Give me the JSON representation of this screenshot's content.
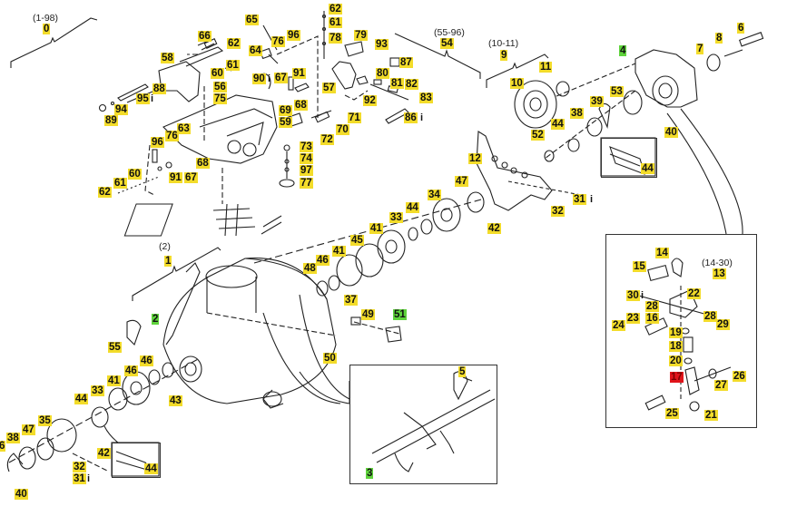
{
  "diagram": {
    "type": "exploded-parts-diagram",
    "label_colors": {
      "default": "#f3dc2a",
      "assembly": "#5fd33c",
      "highlighted": "#e0141b"
    },
    "ranges": [
      {
        "id": "r0",
        "text": "(1-98)"
      },
      {
        "id": "r1",
        "text": "(2)"
      },
      {
        "id": "r54",
        "text": "(55-96)"
      },
      {
        "id": "r9",
        "text": "(10-11)"
      },
      {
        "id": "r13",
        "text": "(14-30)"
      }
    ],
    "info_icon": "i",
    "callouts": [
      {
        "id": "c0",
        "label": "0",
        "style": "yellow"
      },
      {
        "id": "c58",
        "label": "58",
        "style": "yellow"
      },
      {
        "id": "c88",
        "label": "88",
        "style": "yellow"
      },
      {
        "id": "c95",
        "label": "95",
        "style": "yellow",
        "info": true
      },
      {
        "id": "c94",
        "label": "94",
        "style": "yellow"
      },
      {
        "id": "c89",
        "label": "89",
        "style": "yellow"
      },
      {
        "id": "c66",
        "label": "66",
        "style": "yellow"
      },
      {
        "id": "c65",
        "label": "65",
        "style": "yellow"
      },
      {
        "id": "c62a",
        "label": "62",
        "style": "yellow"
      },
      {
        "id": "c64",
        "label": "64",
        "style": "yellow"
      },
      {
        "id": "c76a",
        "label": "76",
        "style": "yellow"
      },
      {
        "id": "c96a",
        "label": "96",
        "style": "yellow"
      },
      {
        "id": "c61a",
        "label": "61",
        "style": "yellow"
      },
      {
        "id": "c60a",
        "label": "60",
        "style": "yellow"
      },
      {
        "id": "c56",
        "label": "56",
        "style": "yellow"
      },
      {
        "id": "c75",
        "label": "75",
        "style": "yellow"
      },
      {
        "id": "c90",
        "label": "90",
        "style": "yellow",
        "info": true
      },
      {
        "id": "c67a",
        "label": "67",
        "style": "yellow"
      },
      {
        "id": "c91a",
        "label": "91",
        "style": "yellow"
      },
      {
        "id": "c68a",
        "label": "68",
        "style": "yellow"
      },
      {
        "id": "c69",
        "label": "69",
        "style": "yellow"
      },
      {
        "id": "c59",
        "label": "59",
        "style": "yellow"
      },
      {
        "id": "c63",
        "label": "63",
        "style": "yellow"
      },
      {
        "id": "c76b",
        "label": "76",
        "style": "yellow"
      },
      {
        "id": "c96b",
        "label": "96",
        "style": "yellow"
      },
      {
        "id": "c68b",
        "label": "68",
        "style": "yellow"
      },
      {
        "id": "c91b",
        "label": "91",
        "style": "yellow"
      },
      {
        "id": "c67b",
        "label": "67",
        "style": "yellow"
      },
      {
        "id": "c60b",
        "label": "60",
        "style": "yellow"
      },
      {
        "id": "c61b",
        "label": "61",
        "style": "yellow"
      },
      {
        "id": "c62b",
        "label": "62",
        "style": "yellow"
      },
      {
        "id": "c73",
        "label": "73",
        "style": "yellow"
      },
      {
        "id": "c74",
        "label": "74",
        "style": "yellow"
      },
      {
        "id": "c97",
        "label": "97",
        "style": "yellow"
      },
      {
        "id": "c77",
        "label": "77",
        "style": "yellow"
      },
      {
        "id": "c72",
        "label": "72",
        "style": "yellow"
      },
      {
        "id": "c70",
        "label": "70",
        "style": "yellow"
      },
      {
        "id": "c71",
        "label": "71",
        "style": "yellow"
      },
      {
        "id": "c62c",
        "label": "62",
        "style": "yellow"
      },
      {
        "id": "c61c",
        "label": "61",
        "style": "yellow"
      },
      {
        "id": "c78",
        "label": "78",
        "style": "yellow"
      },
      {
        "id": "c79",
        "label": "79",
        "style": "yellow"
      },
      {
        "id": "c93",
        "label": "93",
        "style": "yellow"
      },
      {
        "id": "c87",
        "label": "87",
        "style": "yellow"
      },
      {
        "id": "c80",
        "label": "80",
        "style": "yellow"
      },
      {
        "id": "c81",
        "label": "81",
        "style": "yellow"
      },
      {
        "id": "c82",
        "label": "82",
        "style": "yellow"
      },
      {
        "id": "c57",
        "label": "57",
        "style": "yellow"
      },
      {
        "id": "c92",
        "label": "92",
        "style": "yellow"
      },
      {
        "id": "c83",
        "label": "83",
        "style": "yellow"
      },
      {
        "id": "c86",
        "label": "86",
        "style": "yellow",
        "info": true
      },
      {
        "id": "c54",
        "label": "54",
        "style": "yellow"
      },
      {
        "id": "c9",
        "label": "9",
        "style": "yellow"
      },
      {
        "id": "c11",
        "label": "11",
        "style": "yellow"
      },
      {
        "id": "c10",
        "label": "10",
        "style": "yellow"
      },
      {
        "id": "c4",
        "label": "4",
        "style": "green"
      },
      {
        "id": "c53",
        "label": "53",
        "style": "yellow"
      },
      {
        "id": "c39a",
        "label": "39",
        "style": "yellow"
      },
      {
        "id": "c38a",
        "label": "38",
        "style": "yellow"
      },
      {
        "id": "c44a",
        "label": "44",
        "style": "yellow"
      },
      {
        "id": "c52",
        "label": "52",
        "style": "yellow"
      },
      {
        "id": "c40a",
        "label": "40",
        "style": "yellow"
      },
      {
        "id": "c44b",
        "label": "44",
        "style": "yellow"
      },
      {
        "id": "c7",
        "label": "7",
        "style": "yellow"
      },
      {
        "id": "c8",
        "label": "8",
        "style": "yellow"
      },
      {
        "id": "c6",
        "label": "6",
        "style": "yellow"
      },
      {
        "id": "c12",
        "label": "12",
        "style": "yellow"
      },
      {
        "id": "c47a",
        "label": "47",
        "style": "yellow"
      },
      {
        "id": "c34",
        "label": "34",
        "style": "yellow"
      },
      {
        "id": "c44c",
        "label": "44",
        "style": "yellow"
      },
      {
        "id": "c33a",
        "label": "33",
        "style": "yellow"
      },
      {
        "id": "c41a",
        "label": "41",
        "style": "yellow"
      },
      {
        "id": "c45",
        "label": "45",
        "style": "yellow"
      },
      {
        "id": "c41b",
        "label": "41",
        "style": "yellow"
      },
      {
        "id": "c46a",
        "label": "46",
        "style": "yellow"
      },
      {
        "id": "c48",
        "label": "48",
        "style": "yellow"
      },
      {
        "id": "c42a",
        "label": "42",
        "style": "yellow"
      },
      {
        "id": "c31a",
        "label": "31",
        "style": "yellow",
        "info": true
      },
      {
        "id": "c32a",
        "label": "32",
        "style": "yellow"
      },
      {
        "id": "c37",
        "label": "37",
        "style": "yellow"
      },
      {
        "id": "c49",
        "label": "49",
        "style": "yellow"
      },
      {
        "id": "c51",
        "label": "51",
        "style": "green"
      },
      {
        "id": "c50",
        "label": "50",
        "style": "yellow"
      },
      {
        "id": "c1",
        "label": "1",
        "style": "yellow"
      },
      {
        "id": "c2",
        "label": "2",
        "style": "green"
      },
      {
        "id": "c55",
        "label": "55",
        "style": "yellow"
      },
      {
        "id": "c46b",
        "label": "46",
        "style": "yellow"
      },
      {
        "id": "c46c",
        "label": "46",
        "style": "yellow"
      },
      {
        "id": "c41c",
        "label": "41",
        "style": "yellow"
      },
      {
        "id": "c33b",
        "label": "33",
        "style": "yellow"
      },
      {
        "id": "c44d",
        "label": "44",
        "style": "yellow"
      },
      {
        "id": "c43",
        "label": "43",
        "style": "yellow"
      },
      {
        "id": "c35",
        "label": "35",
        "style": "yellow"
      },
      {
        "id": "c47b",
        "label": "47",
        "style": "yellow"
      },
      {
        "id": "c38b",
        "label": "38",
        "style": "yellow"
      },
      {
        "id": "c36",
        "label": "6",
        "style": "yellow"
      },
      {
        "id": "c42b",
        "label": "42",
        "style": "yellow"
      },
      {
        "id": "c32b",
        "label": "32",
        "style": "yellow"
      },
      {
        "id": "c31b",
        "label": "31",
        "style": "yellow",
        "info": true
      },
      {
        "id": "c40b",
        "label": "40",
        "style": "yellow"
      },
      {
        "id": "c44e",
        "label": "44",
        "style": "yellow"
      },
      {
        "id": "c5",
        "label": "5",
        "style": "yellow"
      },
      {
        "id": "c3",
        "label": "3",
        "style": "green"
      },
      {
        "id": "c14",
        "label": "14",
        "style": "yellow"
      },
      {
        "id": "c15",
        "label": "15",
        "style": "yellow"
      },
      {
        "id": "c13",
        "label": "13",
        "style": "yellow"
      },
      {
        "id": "c30",
        "label": "30",
        "style": "yellow",
        "info": true
      },
      {
        "id": "c22",
        "label": "22",
        "style": "yellow"
      },
      {
        "id": "c28a",
        "label": "28",
        "style": "yellow"
      },
      {
        "id": "c23",
        "label": "23",
        "style": "yellow"
      },
      {
        "id": "c16",
        "label": "16",
        "style": "yellow"
      },
      {
        "id": "c24",
        "label": "24",
        "style": "yellow"
      },
      {
        "id": "c28b",
        "label": "28",
        "style": "yellow"
      },
      {
        "id": "c29",
        "label": "29",
        "style": "yellow"
      },
      {
        "id": "c19",
        "label": "19",
        "style": "yellow"
      },
      {
        "id": "c18",
        "label": "18",
        "style": "yellow"
      },
      {
        "id": "c20",
        "label": "20",
        "style": "yellow"
      },
      {
        "id": "c17",
        "label": "17",
        "style": "red"
      },
      {
        "id": "c26",
        "label": "26",
        "style": "yellow"
      },
      {
        "id": "c27",
        "label": "27",
        "style": "yellow"
      },
      {
        "id": "c25",
        "label": "25",
        "style": "yellow"
      },
      {
        "id": "c21",
        "label": "21",
        "style": "yellow"
      }
    ]
  }
}
